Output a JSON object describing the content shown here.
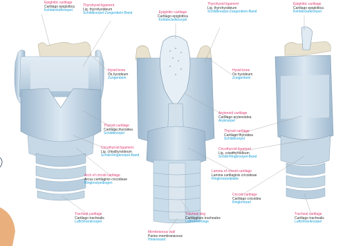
{
  "colors": {
    "english": "#e0407a",
    "latin": "#333333",
    "german": "#1ca0d8",
    "cartilage": "#c9dcea",
    "cartilage_dark": "#9fb9cf",
    "bone": "#e8e2cf",
    "leader": "#9a9a9a"
  },
  "labels": {
    "epi_left": {
      "en": "Epiglottic cartilage",
      "la": "Cartilago epiglottica",
      "de": "Kehldeckelknorpel"
    },
    "thyhy_left": {
      "en": "Thyrohyoid ligament",
      "la": "Lig. thyrohyoideum",
      "de": "Schildknorpel-Zungenbein-Band"
    },
    "epi_mid": {
      "en": "Epiglottic cartilage",
      "la": "Cartilago epiglottica",
      "de": "Kehldeckelknorpel"
    },
    "thyhy_mid": {
      "en": "Thyrohyoid ligament",
      "la": "Lig. thyrohyoideum",
      "de": "Schildknorpel-Zungenbein-Band"
    },
    "epi_right": {
      "en": "Epiglottic cartilage",
      "la": "Cartilago epiglottica",
      "de": "Kehldeckelknorpel"
    },
    "hyoid_left": {
      "en": "Hyoid bone",
      "la": "Os hyoideum",
      "de": "Zungenbein"
    },
    "hyoid_mid": {
      "en": "Hyoid bone",
      "la": "Os hyoideum",
      "de": "Zungenbein"
    },
    "arytenoid": {
      "en": "Arytenoid cartilage",
      "la": "Cartilago arytenoidea",
      "de": "Aryknorpel"
    },
    "thyroid_left": {
      "en": "Thyroid cartilage",
      "la": "Cartilago thyroidea",
      "de": "Schildknorpel"
    },
    "thyroid_right": {
      "en": "Thyroid cartilage",
      "la": "Cartilago thyroidea",
      "de": "Schildknorpel"
    },
    "cricothyroid_left": {
      "en": "Cricothyroid ligament",
      "la": "Lig. cricothyroideum",
      "de": "Schild-Ringknorpel-Band"
    },
    "cricothyroid_right": {
      "en": "Cricothyroid ligament",
      "la": "Lig. cricothyroideum",
      "de": "Schild-Ringknorpel-Band"
    },
    "arch_cricoid": {
      "en": "Arch of cricoid cartilage",
      "la": "Arcus cartilaginis cricoideae",
      "de": "Ringknorpelbogen"
    },
    "lamina_cricoid": {
      "en": "Lamina of cricoid cartilage",
      "la": "Lamina cartilaginis cricoideae",
      "de": "Ringknorpelplatte"
    },
    "cricoid": {
      "en": "Cricoid cartilage",
      "la": "Cartilago cricoidea",
      "de": "Ringknorpel"
    },
    "tracheal_left": {
      "en": "Tracheal cartilage",
      "la": "Cartilago trachealis",
      "de": "Luftröhrenknorpel"
    },
    "tracheal_ring": {
      "en": "Tracheal ring",
      "la": "Cartilagines tracheales",
      "de": "Luftröhrenringe"
    },
    "membranous": {
      "en": "Membranous wall",
      "la": "Paries membranaceus",
      "de": "Hinterwand"
    },
    "tracheal_right": {
      "en": "Tracheal cartilage",
      "la": "Cartilago trachealis",
      "de": "Luftröhrenknorpel"
    }
  }
}
